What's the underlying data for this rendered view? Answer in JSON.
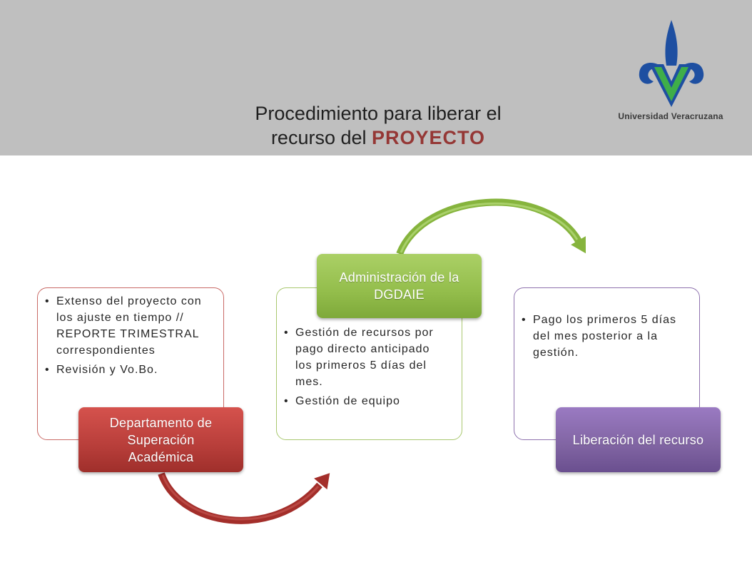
{
  "title": {
    "line1": "Procedimiento para liberar el",
    "line2_prefix": "recurso del",
    "line2_emphasis": "PROYECTO"
  },
  "logo": {
    "icon": "uv-logo-icon",
    "name": "Universidad Veracruzana"
  },
  "steps": [
    {
      "label": "Departamento de Superación Académica",
      "color": "#c0504d",
      "bullets": [
        "Extenso del proyecto con los ajuste en tiempo // REPORTE TRIMESTRAL correspondientes",
        "Revisión y Vo.Bo."
      ]
    },
    {
      "label": "Administración de la DGDAIE",
      "color": "#9bbb59",
      "bullets": [
        "Gestión de recursos por pago directo anticipado los primeros 5 días del mes.",
        "Gestión de equipo"
      ]
    },
    {
      "label": "Liberación del recurso",
      "color": "#8064a2",
      "bullets": [
        "Pago los primeros 5 días del mes posterior a la gestión."
      ]
    }
  ],
  "arrows": [
    {
      "icon": "curved-arrow-icon",
      "color": "#a32e2a"
    },
    {
      "icon": "curved-arrow-icon",
      "color": "#86b43d"
    }
  ],
  "colors": {
    "header_bg": "#bfbfbf",
    "emphasis": "#953735",
    "logo_blue": "#1e4fa1",
    "logo_green": "#3fae49"
  }
}
